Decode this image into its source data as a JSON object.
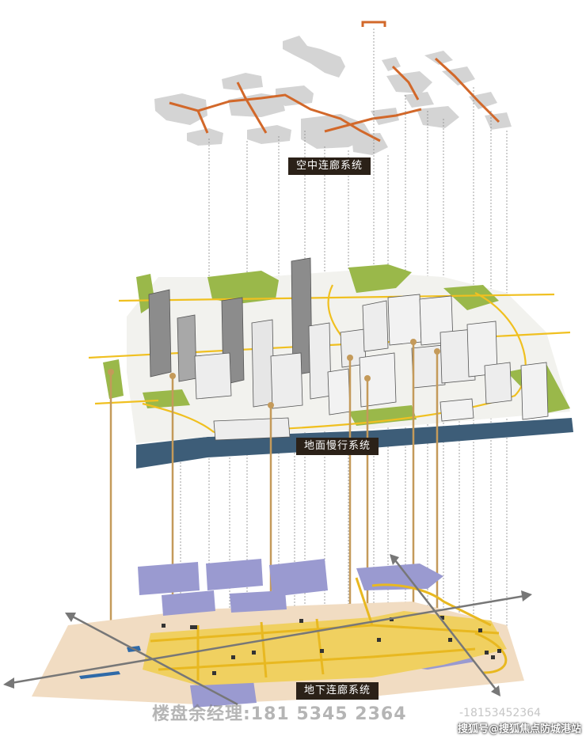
{
  "labels": {
    "sky_corridor": "空中连廊系统",
    "ground_slow_traffic": "地面慢行系统",
    "underground_corridor": "地下连廊系统"
  },
  "watermarks": {
    "contact": "楼盘余经理:181 5345 2364",
    "phone": "-18153452364",
    "source": "搜狐号@搜狐焦点防城港站"
  },
  "colors": {
    "sky_corridor": "#d2682a",
    "slow_traffic": "#f0c020",
    "green_space": "#9ab84a",
    "river": "#3d5d78",
    "underground_commercial": "#9a9ad0",
    "underground_corridor": "#e8b820",
    "core_connector": "#c49a5a",
    "label_background": "#2b2118"
  }
}
